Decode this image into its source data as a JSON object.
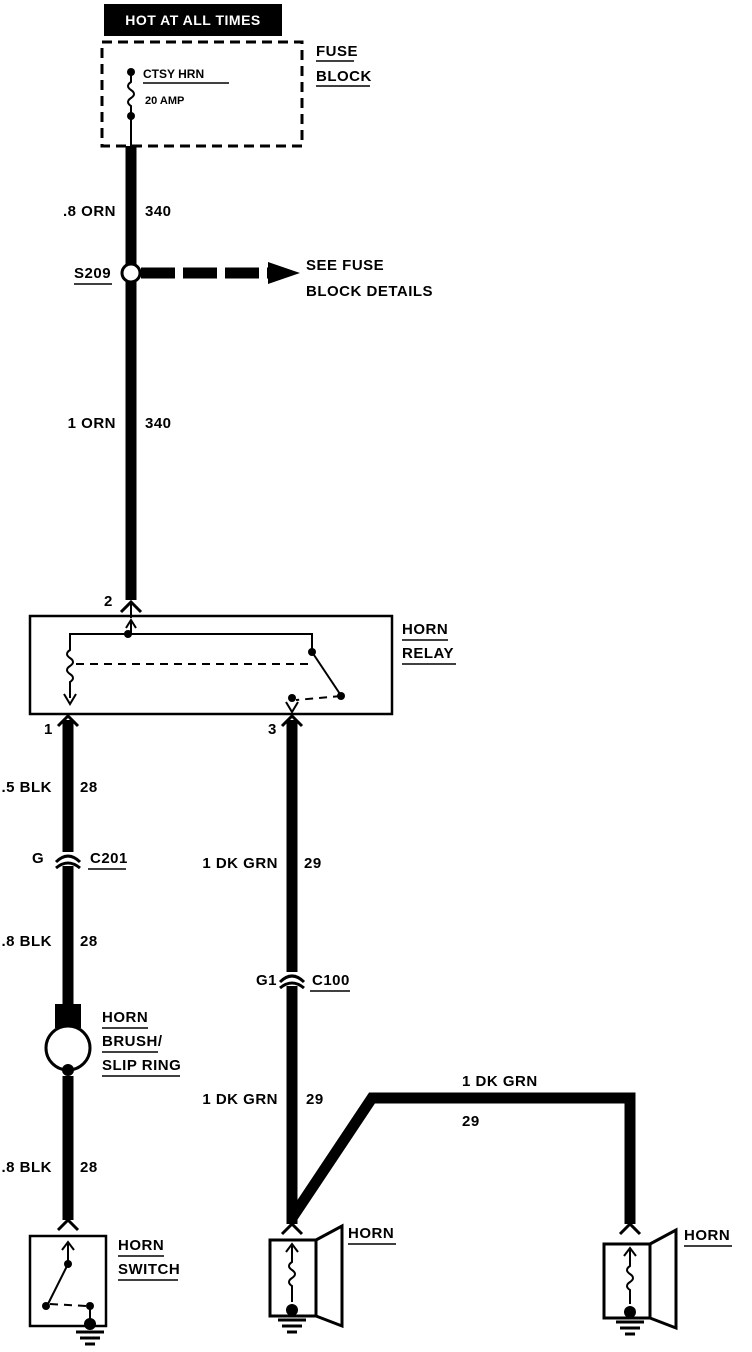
{
  "header": {
    "text": "HOT AT ALL TIMES"
  },
  "fuse_block": {
    "label_line1": "FUSE",
    "label_line2": "BLOCK",
    "fuse_name": "CTSY HRN",
    "fuse_rating": "20 AMP"
  },
  "wires": {
    "top_upper": {
      "gauge_color": ".8 ORN",
      "circuit": "340"
    },
    "top_lower": {
      "gauge_color": "1 ORN",
      "circuit": "340"
    },
    "left_upper": {
      "gauge_color": ".5 BLK",
      "circuit": "28"
    },
    "left_middle": {
      "gauge_color": ".8 BLK",
      "circuit": "28"
    },
    "left_lower": {
      "gauge_color": ".8 BLK",
      "circuit": "28"
    },
    "center_upper": {
      "gauge_color": "1 DK GRN",
      "circuit": "29"
    },
    "center_lower": {
      "gauge_color": "1 DK GRN",
      "circuit": "29"
    },
    "right_horn": {
      "gauge_color": "1 DK GRN",
      "circuit": "29"
    }
  },
  "splice": {
    "name": "S209",
    "reference_line1": "SEE FUSE",
    "reference_line2": "BLOCK DETAILS"
  },
  "relay": {
    "label_line1": "HORN",
    "label_line2": "RELAY",
    "pin_top": "2",
    "pin_left": "1",
    "pin_right": "3"
  },
  "connectors": {
    "left": {
      "cavity": "G",
      "name": "C201"
    },
    "center": {
      "cavity": "G1",
      "name": "C100"
    }
  },
  "brush": {
    "line1": "HORN",
    "line2": "BRUSH/",
    "line3": "SLIP RING"
  },
  "horn_switch": {
    "line1": "HORN",
    "line2": "SWITCH"
  },
  "horn_left": {
    "label": "HORN"
  },
  "horn_right": {
    "label": "HORN"
  }
}
